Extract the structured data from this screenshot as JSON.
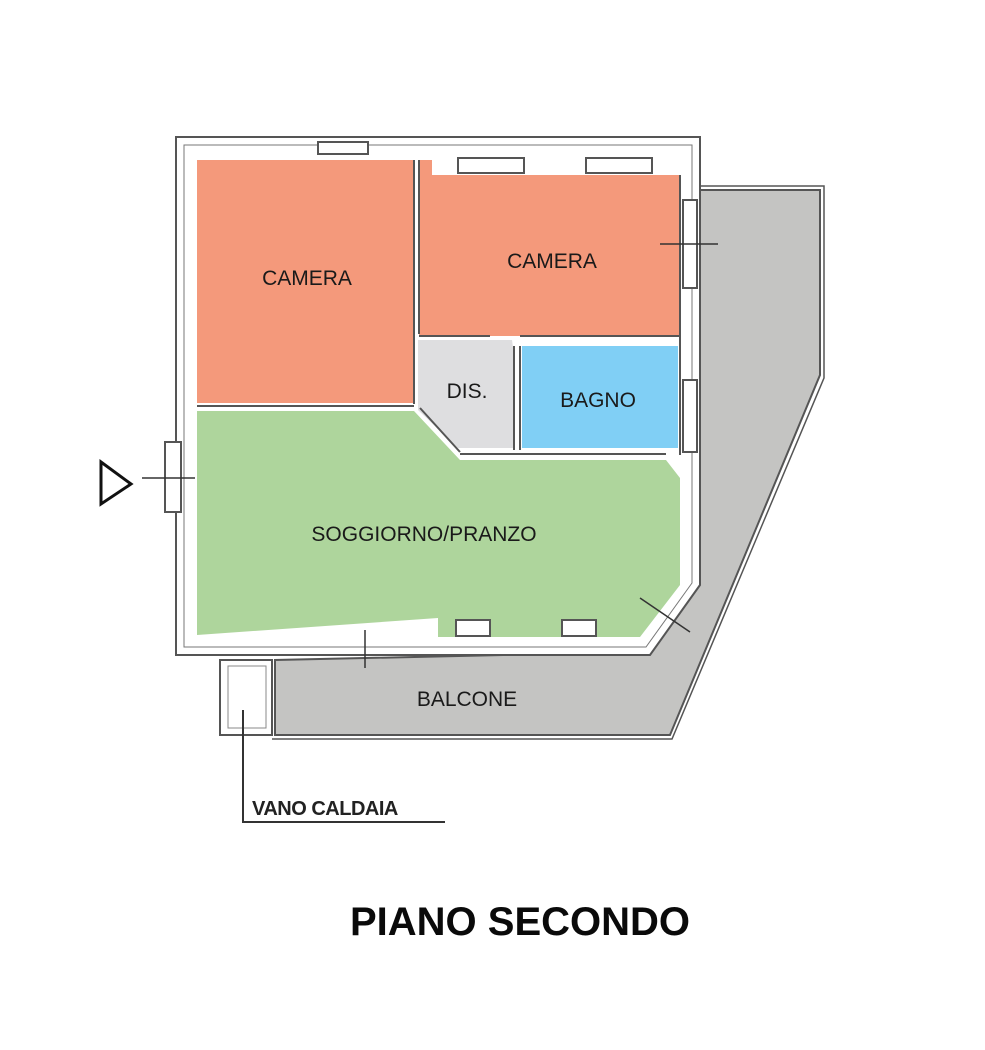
{
  "colors": {
    "camera": "#f4997b",
    "bagno": "#80cff5",
    "dis": "#dedee0",
    "soggiorno": "#aed59c",
    "balcone": "#c4c4c2",
    "wall": "#555555"
  },
  "rooms": {
    "camera_left": "CAMERA",
    "camera_right": "CAMERA",
    "dis": "DIS.",
    "bagno": "BAGNO",
    "soggiorno": "SOGGIORNO/PRANZO",
    "balcone": "BALCONE"
  },
  "annotation": {
    "vano_caldaia": "VANO CALDAIA"
  },
  "title": "PIANO SECONDO"
}
